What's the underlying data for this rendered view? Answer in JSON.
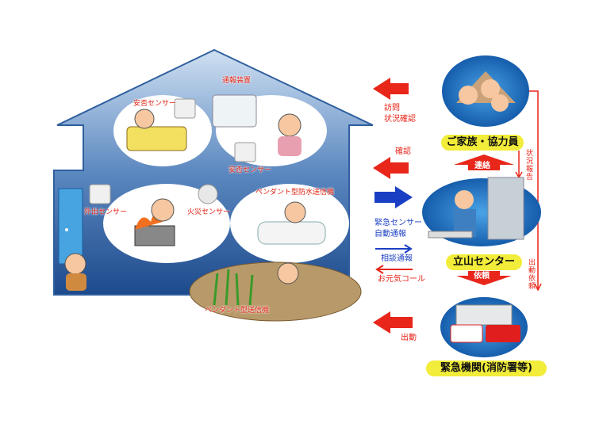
{
  "house_labels": {
    "report_device": "通報装置",
    "safety_sensor_1": "安否センサー",
    "safety_sensor_2": "安否センサー",
    "outing_sensor": "外出センサー",
    "fire_sensor": "火災センサー",
    "waterproof_pendant": "ペンダント型防水送信機",
    "pendant": "ペンダント型送信機"
  },
  "arrows": {
    "visit": [
      "訪問",
      "状況確認"
    ],
    "confirm": "確認",
    "emergency_sensor": [
      "緊急センサー",
      "自動通報"
    ],
    "consult": "相談通報",
    "genki_call": "お元気コール",
    "dispatch": "出動"
  },
  "nodes": {
    "family": "ご家族・協力員",
    "center": "立山センター",
    "emergency": "緊急機関(消防署等)"
  },
  "links": {
    "contact": "連絡",
    "status_report": "状況報告",
    "request": "依頼",
    "dispatch_request": "出動依頼"
  },
  "colors": {
    "red": "#e8261a",
    "blue": "#1b3fc4",
    "label": "#f2ec3a",
    "house": "#2f5f9e"
  }
}
